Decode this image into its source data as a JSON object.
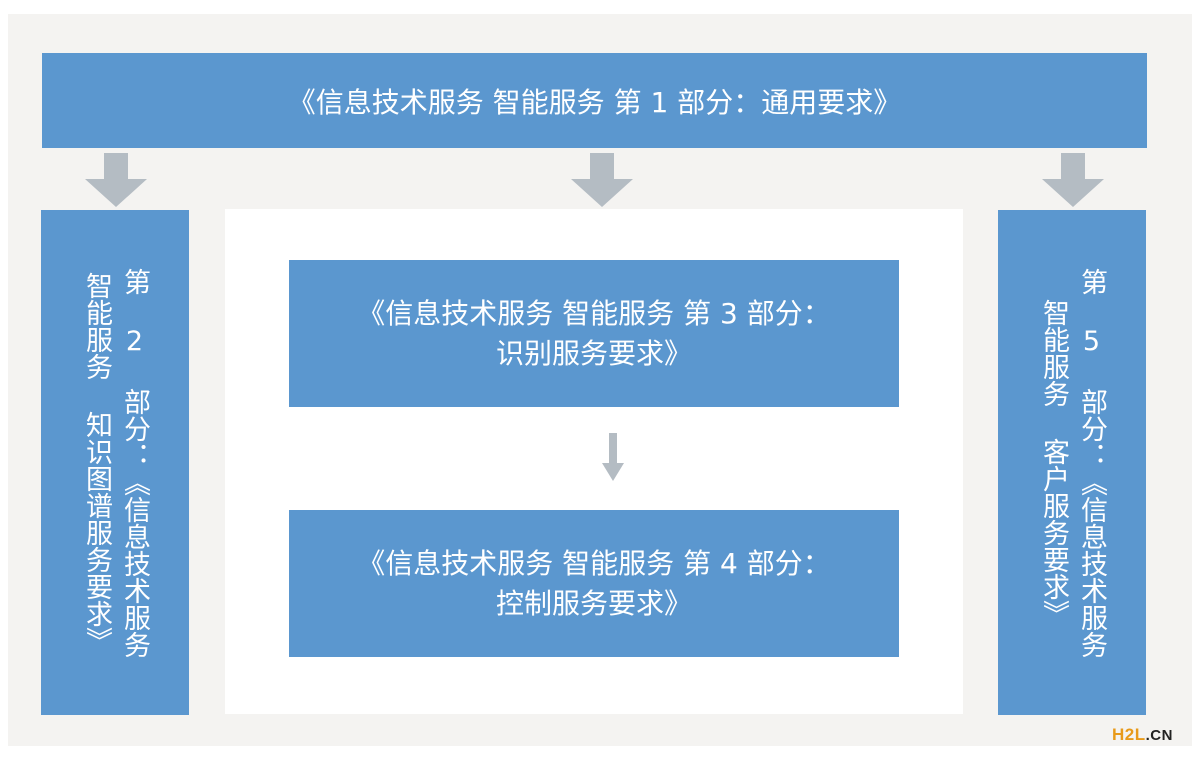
{
  "diagram": {
    "top": {
      "text": "《信息技术服务 智能服务 第 1 部分：通用要求》"
    },
    "left": {
      "text": "第 2 部分：《信息技术服务 智能服务 知识图谱服务要求》"
    },
    "center_top": {
      "line1": "《信息技术服务 智能服务 第 3 部分：",
      "line2": "识别服务要求》"
    },
    "center_bottom": {
      "line1": "《信息技术服务 智能服务 第 4 部分：",
      "line2": "控制服务要求》"
    },
    "right": {
      "text": "第 5 部分：《信息技术服务 智能服务 客户服务要求》"
    }
  },
  "colors": {
    "box": "#5b97cf",
    "arrow": "#b4bcc3",
    "background": "#f4f3f1"
  },
  "watermark": {
    "main": "H2L",
    "suffix": ".CN"
  }
}
